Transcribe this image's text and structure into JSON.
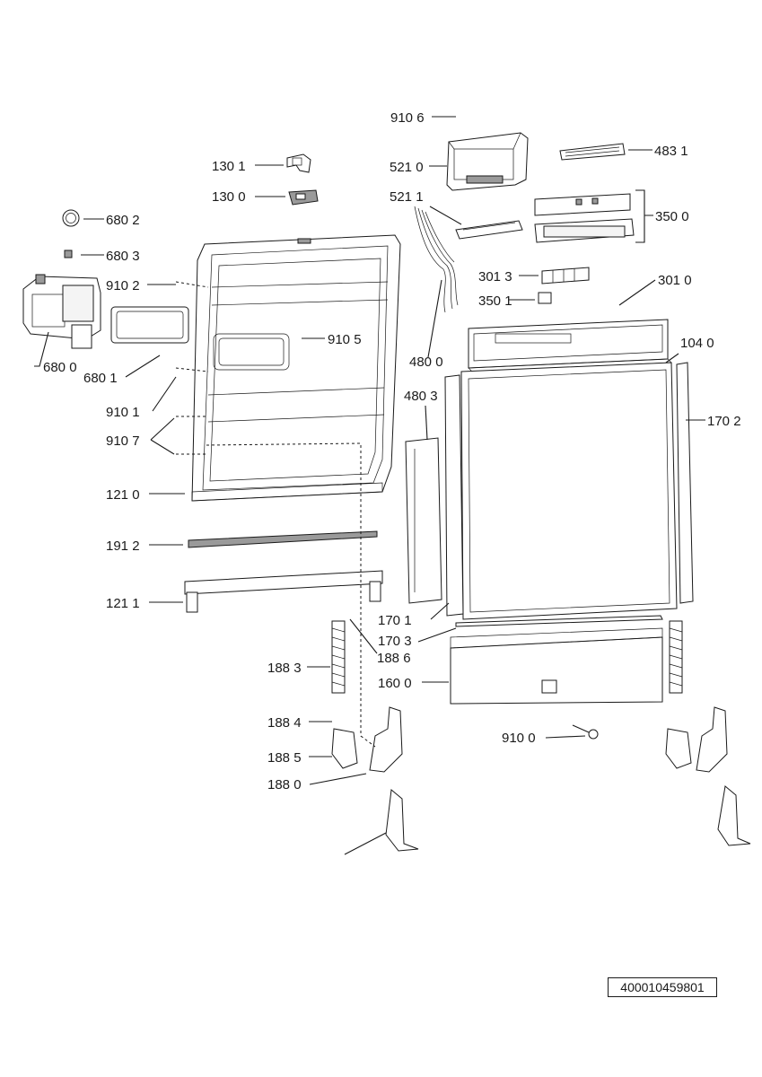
{
  "callouts": {
    "c9106": "910 6",
    "c4831": "483 1",
    "c1301": "130 1",
    "c5210": "521 0",
    "c1300": "130 0",
    "c5211": "521 1",
    "c3500": "350 0",
    "c6802": "680 2",
    "c6803": "680 3",
    "c9102": "910 2",
    "c3013": "301 3",
    "c3010": "301 0",
    "c3501": "350 1",
    "c9105": "910 5",
    "c1040": "104 0",
    "c6800": "680 0",
    "c6801": "680 1",
    "c4800": "480 0",
    "c9101": "910 1",
    "c4803": "480 3",
    "c1702": "170 2",
    "c9107": "910 7",
    "c1210": "121 0",
    "c1912": "191 2",
    "c1211": "121 1",
    "c1701": "170 1",
    "c1703": "170 3",
    "c1886": "188 6",
    "c1883": "188 3",
    "c1600": "160 0",
    "c1884": "188 4",
    "c9100": "910 0",
    "c1885": "188 5",
    "c1880": "188 0"
  },
  "document_number": "400010459801"
}
